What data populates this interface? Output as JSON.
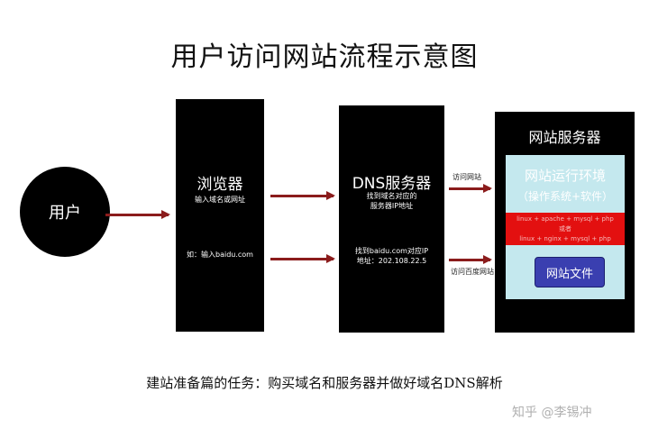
{
  "title": "用户访问网站流程示意图",
  "user": {
    "label": "用户"
  },
  "browser": {
    "title": "浏览器",
    "subtitle": "输入域名或网址",
    "example": "如：输入baidu.com"
  },
  "dns": {
    "title": "DNS服务器",
    "subtitle_line1": "找到域名对应的",
    "subtitle_line2": "服务器IP地址",
    "found_line1": "找到baidu.com对应IP",
    "found_line2": "地址：202.108.22.5"
  },
  "server": {
    "title": "网站服务器",
    "env_title": "网站运行环境",
    "env_subtitle": "（操作系统+软件）",
    "stack_line1": "linux + apache + mysql + php",
    "stack_line2": "或者",
    "stack_line3": "linux + nginx + mysql + php",
    "files_label": "网站文件"
  },
  "arrows": {
    "visit_site": "访问网站",
    "visit_baidu": "访问百度网站"
  },
  "footer": "建站准备篇的任务：购买域名和服务器并做好域名DNS解析",
  "watermark": "知乎 @李锡冲",
  "colors": {
    "box": "#000000",
    "arrow": "#8b1c1c",
    "env_bg": "#c4e8ee",
    "stack_bar": "#e31010",
    "files_button": "#3a3fb0"
  }
}
